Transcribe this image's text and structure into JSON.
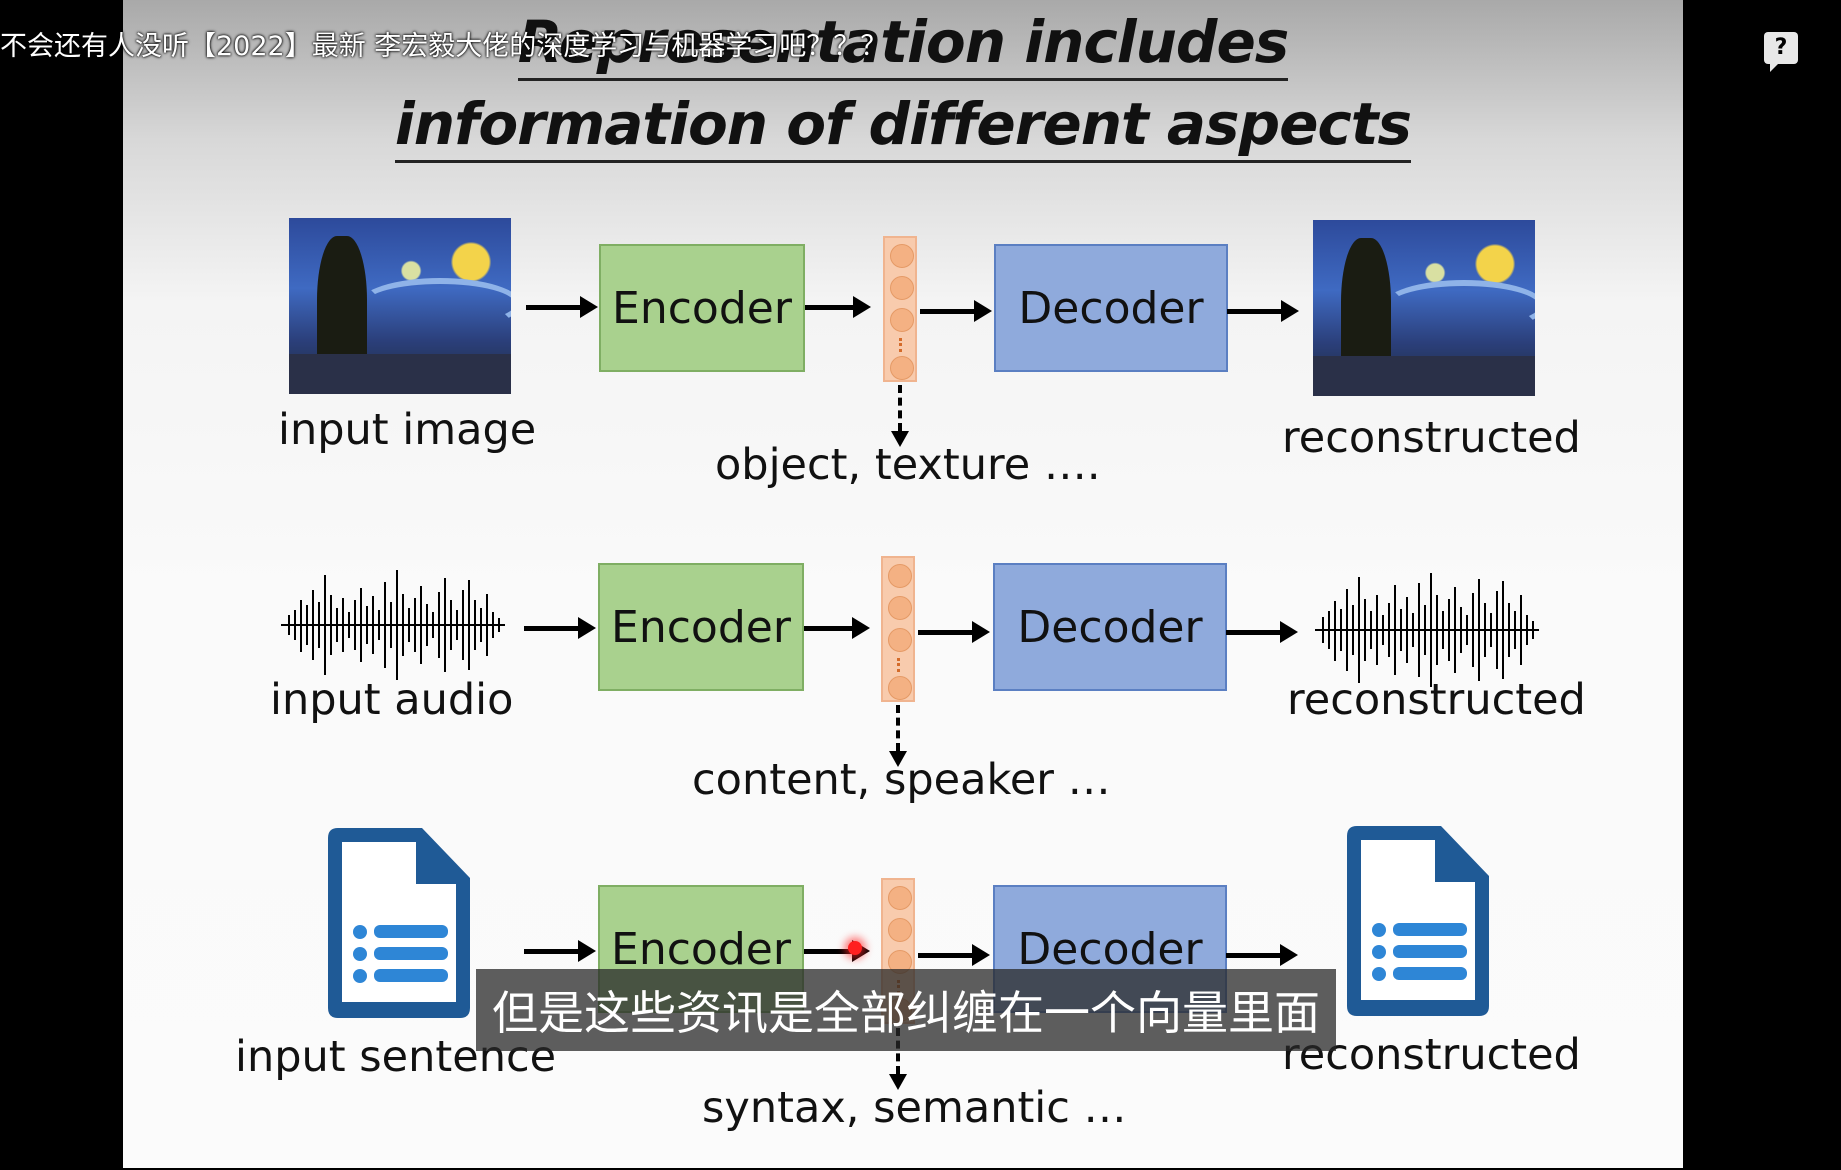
{
  "video": {
    "title_overlay": "不会还有人没听【2022】最新 李宏毅大佬的深度学习与机器学习吧？？？",
    "help_label": "?",
    "subtitle": "但是这些资讯是全部纠缠在一个向量里面"
  },
  "slide": {
    "title_line1": "Representation includes",
    "title_line2": "information of different aspects",
    "rows": [
      {
        "input_label": "input image",
        "encoder": "Encoder",
        "decoder": "Decoder",
        "aspects": "object, texture ….",
        "output_label": "reconstructed"
      },
      {
        "input_label": "input audio",
        "encoder": "Encoder",
        "decoder": "Decoder",
        "aspects": "content, speaker …",
        "output_label": "reconstructed"
      },
      {
        "input_label": "input sentence",
        "encoder": "Encoder",
        "decoder": "Decoder",
        "aspects": "syntax, semantic …",
        "output_label": "reconstructed"
      }
    ]
  },
  "colors": {
    "encoder_fill": "#a9d18e",
    "decoder_fill": "#8faadc",
    "code_fill": "#f8cbad",
    "doc_icon": "#1f5a96"
  }
}
